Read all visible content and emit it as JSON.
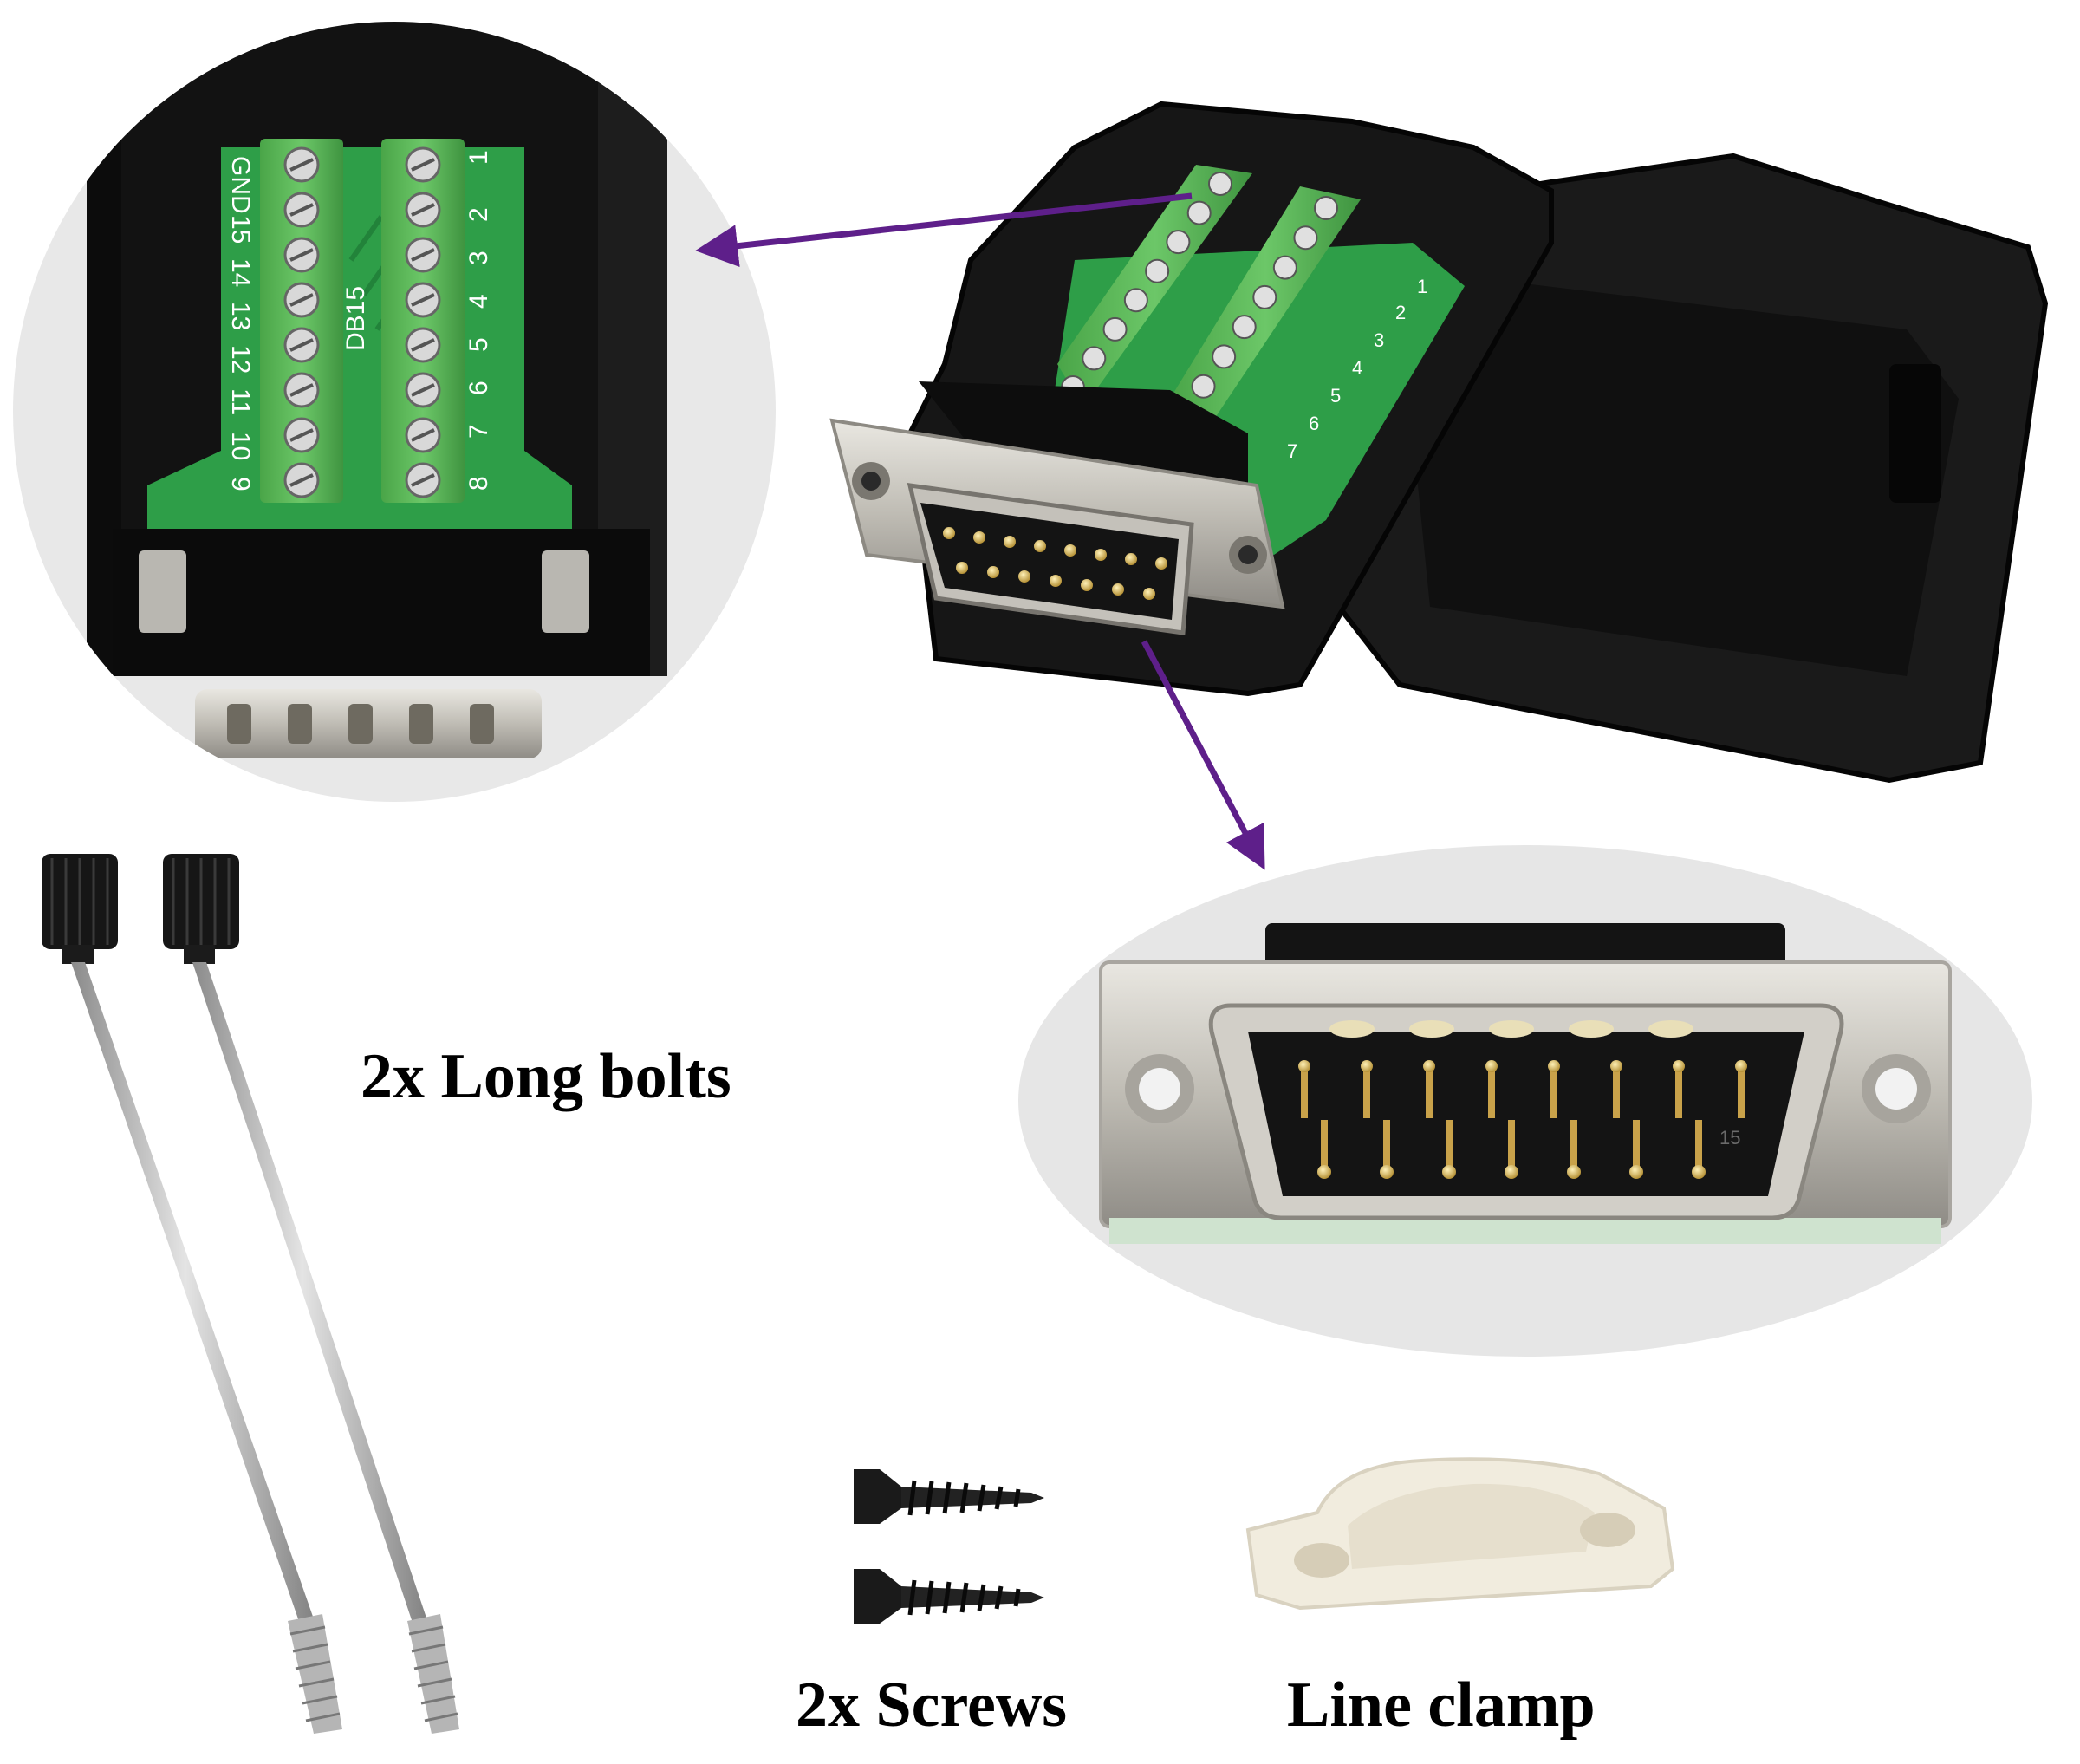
{
  "captions": {
    "long_bolts": "2x Long bolts",
    "screws": "2x Screws",
    "line_clamp": "Line clamp"
  },
  "pcb": {
    "model_label": "DB15",
    "left_column_labels": [
      "GND",
      "15",
      "14",
      "13",
      "12",
      "11",
      "10",
      "9"
    ],
    "right_column_labels": [
      "1",
      "2",
      "3",
      "4",
      "5",
      "6",
      "7",
      "8"
    ],
    "main_view_labels": [
      "1",
      "2",
      "3",
      "4",
      "5",
      "6",
      "7"
    ]
  },
  "connector_pin_label": "15",
  "colors": {
    "arrow": "#5e1f8a",
    "terminal_green": "#5cb85a",
    "pcb_green": "#2e9e48",
    "housing_black": "#151515",
    "metal": "#c9c6bf",
    "circle_bg": "#e6e6e6"
  }
}
